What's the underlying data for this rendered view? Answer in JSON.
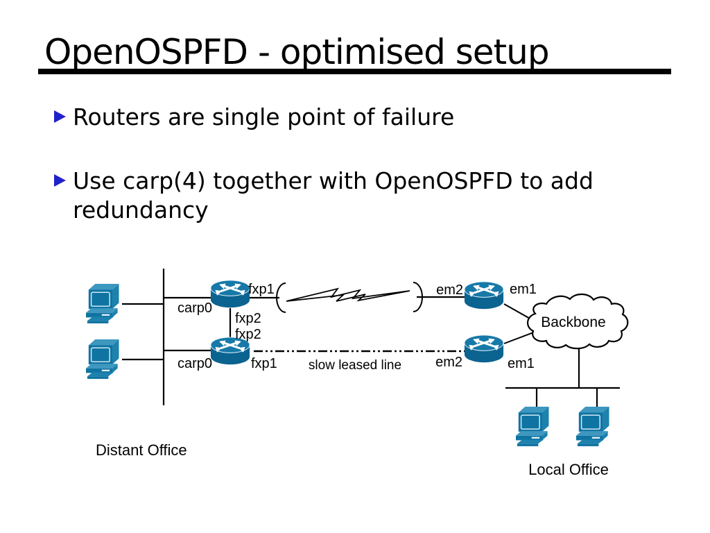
{
  "colors": {
    "bullet": "#2121cc",
    "node_main": "#1074a2",
    "node_top": "#1679a8",
    "node_light": "#3e97bf",
    "node_mid": "#1d82ae",
    "node_dark": "#0b6390",
    "screen_rim": "#cfe9f4",
    "ink": "#000000"
  },
  "slide": {
    "title": "OpenOSPFD - optimised setup",
    "bullets": [
      "Routers are single point of failure",
      "Use carp(4) together with OpenOSPFD to add redundancy"
    ]
  },
  "diagram": {
    "offices": {
      "distant": "Distant Office",
      "local": "Local Office"
    },
    "cloud": "Backbone",
    "wan": {
      "slow_line": "slow leased line"
    },
    "interfaces": {
      "carp0_top": "carp0",
      "fxp1_top": "fxp1",
      "fxp2_top": "fxp2",
      "fxp2_bottom": "fxp2",
      "carp0_bottom": "carp0",
      "fxp1_bottom": "fxp1",
      "em2_top": "em2",
      "em1_top": "em1",
      "em2_bottom": "em2",
      "em1_bottom": "em1"
    }
  }
}
